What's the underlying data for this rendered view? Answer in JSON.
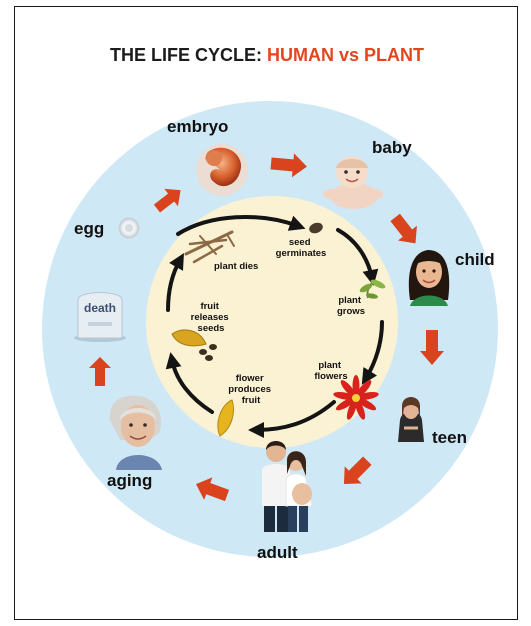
{
  "title": {
    "prefix": "THE LIFE CYCLE: ",
    "human": "HUMAN",
    "vs": " vs ",
    "plant": "PLANT"
  },
  "colors": {
    "title_dark": "#1c1c1c",
    "title_accent": "#e2461f",
    "outer_circle": "#cfe8f5",
    "inner_circle": "#fbf2d3",
    "human_arrow": "#d9431d",
    "plant_arrow": "#141414"
  },
  "human_stages": {
    "egg": "egg",
    "embryo": "embryo",
    "baby": "baby",
    "child": "child",
    "teen": "teen",
    "adult": "adult",
    "aging": "aging",
    "death": "death"
  },
  "plant_stages": {
    "seed_germinates": [
      "seed",
      "germinates"
    ],
    "plant_grows": [
      "plant",
      "grows"
    ],
    "plant_flowers": [
      "plant",
      "flowers"
    ],
    "flower_produces_fruit": [
      "flower",
      "produces",
      "fruit"
    ],
    "fruit_releases_seeds": [
      "fruit",
      "releases",
      "seeds"
    ],
    "plant_dies": "plant dies"
  },
  "icons": {
    "egg": "egg-cell-icon",
    "embryo": "embryo-icon",
    "baby": "baby-photo",
    "child": "child-photo",
    "teen": "teen-photo",
    "adult": "adult-couple-photo",
    "aging": "elderly-woman-photo",
    "death": "tombstone-icon",
    "seed": "seed-icon",
    "sprout": "sprout-icon",
    "flower": "red-flower-icon",
    "fruit": "fruit-pod-icon",
    "seeds": "loose-seeds-icon",
    "dead_plant": "dried-plant-icon"
  }
}
